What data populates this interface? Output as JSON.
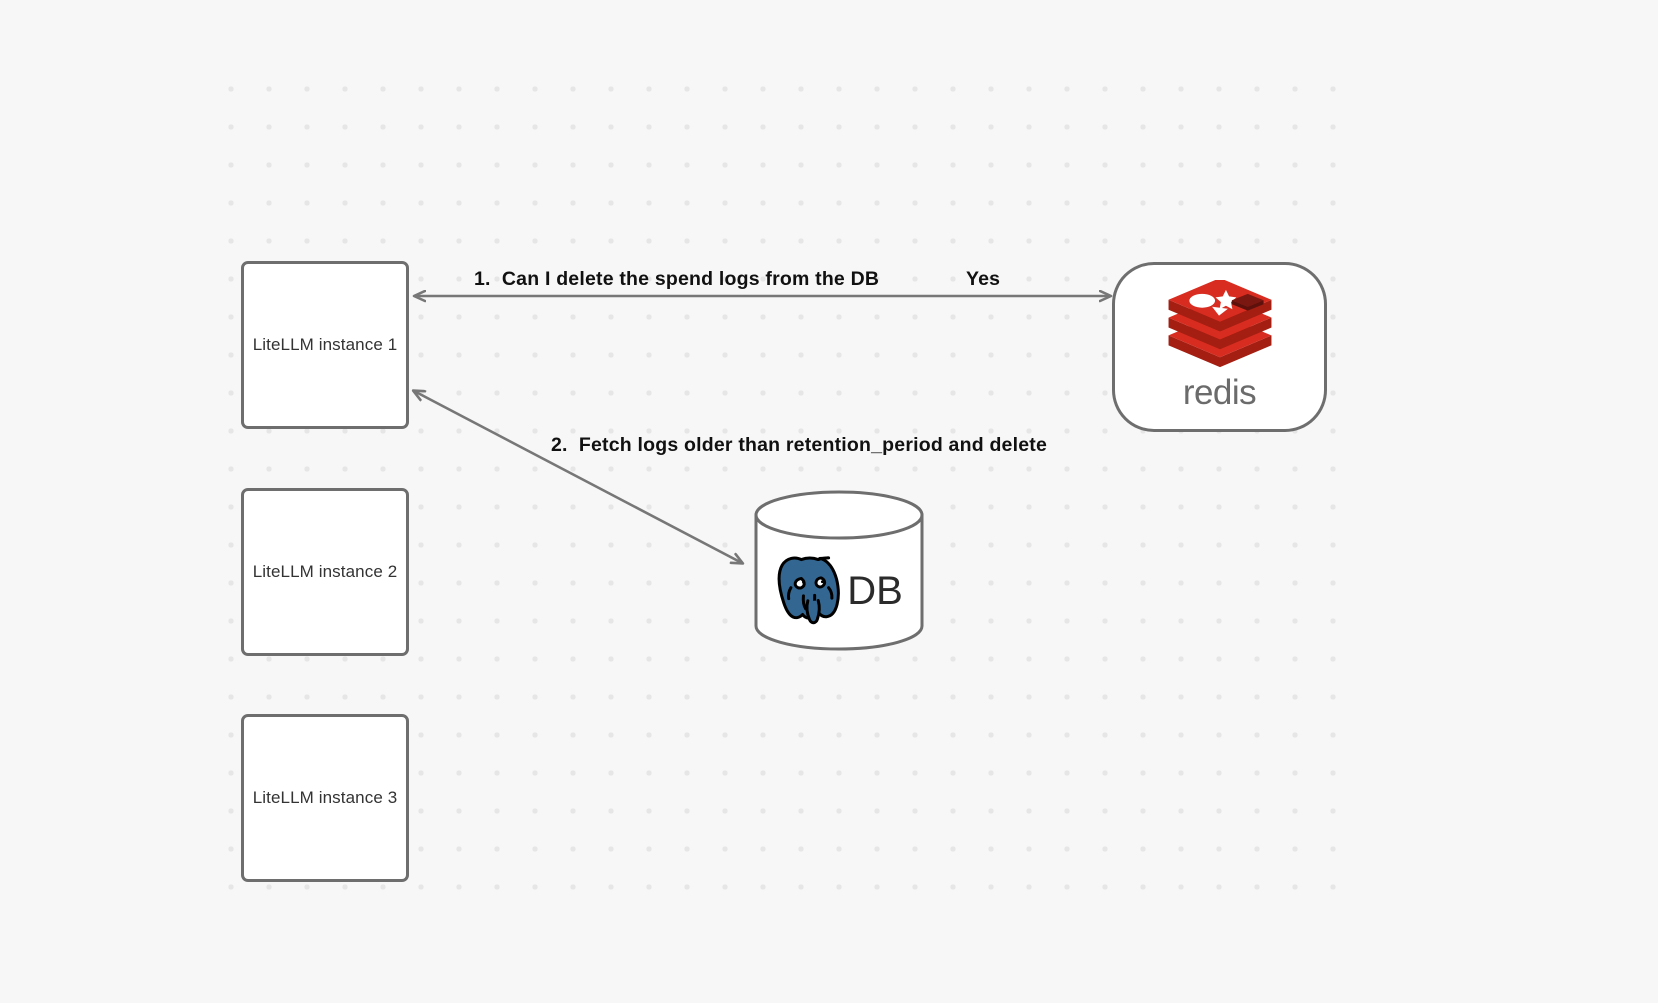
{
  "canvas": {
    "background_color": "#f7f7f7",
    "dot_color": "#e6e6e6"
  },
  "nodes": [
    {
      "id": "litellm-1",
      "label": "LiteLLM instance 1"
    },
    {
      "id": "litellm-2",
      "label": "LiteLLM instance 2"
    },
    {
      "id": "litellm-3",
      "label": "LiteLLM instance 3"
    }
  ],
  "redis": {
    "name": "redis",
    "wordmark": "redis",
    "logo_color": "#d82c20",
    "logo_color_dark": "#a41e11",
    "wordmark_color": "#6b6b6b"
  },
  "database": {
    "label": "DB",
    "logo_name": "postgresql-elephant-icon",
    "logo_color": "#336791",
    "label_color": "#2b2b2b"
  },
  "edges": [
    {
      "id": "edge-1",
      "label": "1.  Can I delete the spend logs from the DB",
      "reply_label": "Yes",
      "from": "litellm-1",
      "to": "redis",
      "direction": "bidirectional",
      "color": "#777777"
    },
    {
      "id": "edge-2",
      "label": "2.  Fetch logs older than retention_period and delete",
      "from": "litellm-1",
      "to": "database",
      "direction": "bidirectional",
      "color": "#777777"
    }
  ]
}
